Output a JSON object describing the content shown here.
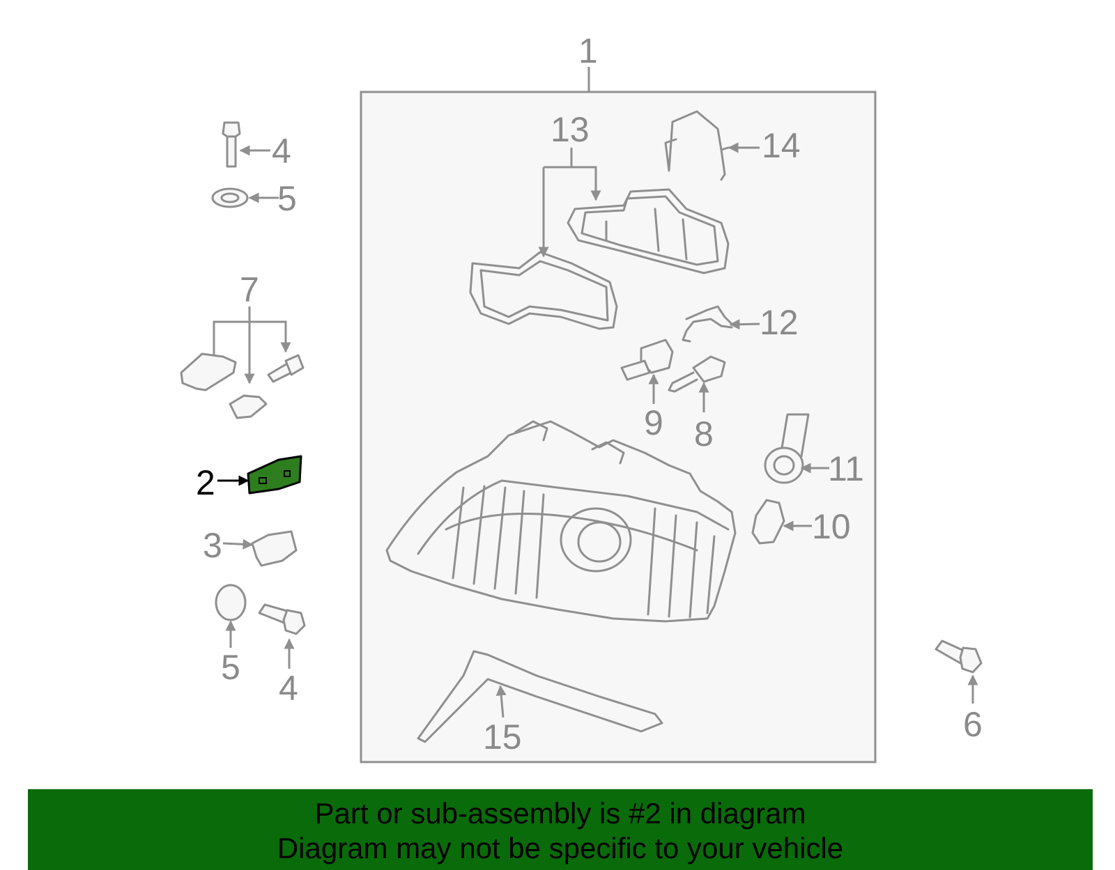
{
  "callouts": {
    "c1": "1",
    "c2": "2",
    "c3": "3",
    "c4a": "4",
    "c4b": "4",
    "c5a": "5",
    "c5b": "5",
    "c6": "6",
    "c7": "7",
    "c8": "8",
    "c9": "9",
    "c10": "10",
    "c11": "11",
    "c12": "12",
    "c13": "13",
    "c14": "14",
    "c15": "15"
  },
  "banner": {
    "line1": "Part or sub-assembly is #2 in diagram",
    "line2": "Diagram may not be specific to your vehicle"
  },
  "colors": {
    "highlight_part": "#2e7d1e",
    "banner_bg": "#0a6b0a",
    "line_gray": "#8f8f8f"
  }
}
